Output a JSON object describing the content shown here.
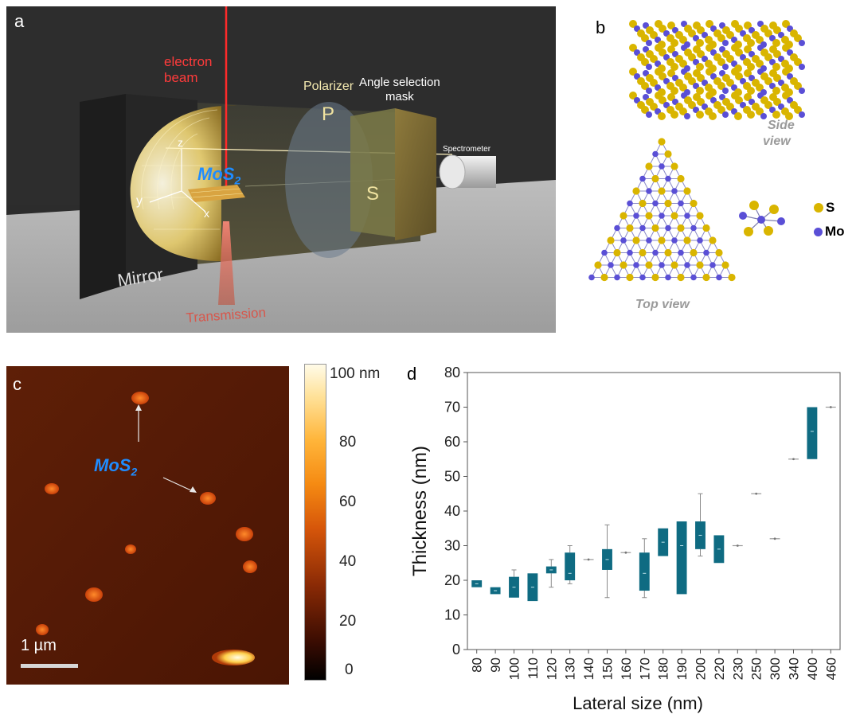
{
  "figure": {
    "panel_a": {
      "label": "a",
      "electron_beam": [
        "electron",
        "beam"
      ],
      "polarizer": "Polarizer",
      "polarizer_p": "P",
      "polarizer_s": "S",
      "angle_mask": [
        "Angle selection",
        "mask"
      ],
      "spectrometer": "Spectrometer",
      "sample_base": "MoS",
      "sample_sub": "2",
      "axis_x": "x",
      "axis_y": "y",
      "axis_z": "z",
      "mirror": "Mirror",
      "transmission": "Transmission",
      "colors": {
        "background": "#2e2e2e",
        "beam": "#ff3333",
        "sample": "#1f7fe0"
      }
    },
    "panel_b": {
      "label": "b",
      "side_view": [
        "Side",
        "view"
      ],
      "top_view": "Top view",
      "legend": [
        {
          "symbol": "S",
          "color": "#d9b500"
        },
        {
          "symbol": "Mo",
          "color": "#5a4fd6"
        }
      ]
    },
    "panel_c": {
      "label": "c",
      "sample_base": "MoS",
      "sample_sub": "2",
      "scalebar": "1 µm",
      "colorbar_ticks": [
        "100 nm",
        "80",
        "60",
        "40",
        "20",
        "0"
      ]
    }
  },
  "chart_data": {
    "type": "box",
    "panel_label": "d",
    "xlabel": "Lateral size (nm)",
    "ylabel": "Thickness (nm)",
    "ylim": [
      0,
      80
    ],
    "yticks": [
      0,
      10,
      20,
      30,
      40,
      50,
      60,
      70,
      80
    ],
    "categories": [
      "80",
      "90",
      "100",
      "110",
      "120",
      "130",
      "140",
      "150",
      "160",
      "170",
      "180",
      "190",
      "200",
      "220",
      "230",
      "250",
      "300",
      "340",
      "400",
      "460"
    ],
    "boxes": [
      {
        "min": 18,
        "q1": 18,
        "median": 19,
        "q3": 20,
        "max": 20
      },
      {
        "min": 16,
        "q1": 16,
        "median": 17,
        "q3": 18,
        "max": 18
      },
      {
        "min": 15,
        "q1": 15,
        "median": 18,
        "q3": 21,
        "max": 23
      },
      {
        "min": 14,
        "q1": 14,
        "median": 18,
        "q3": 22,
        "max": 22
      },
      {
        "min": 18,
        "q1": 22,
        "median": 23,
        "q3": 24,
        "max": 26
      },
      {
        "min": 19,
        "q1": 20,
        "median": 22,
        "q3": 28,
        "max": 30
      },
      {
        "min": 26,
        "q1": 26,
        "median": 26,
        "q3": 26,
        "max": 26
      },
      {
        "min": 15,
        "q1": 23,
        "median": 26,
        "q3": 29,
        "max": 36
      },
      {
        "min": 28,
        "q1": 28,
        "median": 28,
        "q3": 28,
        "max": 28
      },
      {
        "min": 15,
        "q1": 17,
        "median": 22,
        "q3": 28,
        "max": 32
      },
      {
        "min": 27,
        "q1": 27,
        "median": 31,
        "q3": 35,
        "max": 35
      },
      {
        "min": 16,
        "q1": 16,
        "median": 30,
        "q3": 37,
        "max": 37
      },
      {
        "min": 27,
        "q1": 29,
        "median": 33,
        "q3": 37,
        "max": 45
      },
      {
        "min": 25,
        "q1": 25,
        "median": 29,
        "q3": 33,
        "max": 33
      },
      {
        "min": 30,
        "q1": 30,
        "median": 30,
        "q3": 30,
        "max": 30
      },
      {
        "min": 45,
        "q1": 45,
        "median": 45,
        "q3": 45,
        "max": 45
      },
      {
        "min": 32,
        "q1": 32,
        "median": 32,
        "q3": 32,
        "max": 32
      },
      {
        "min": 55,
        "q1": 55,
        "median": 55,
        "q3": 55,
        "max": 55
      },
      {
        "min": 55,
        "q1": 55,
        "median": 63,
        "q3": 70,
        "max": 70
      },
      {
        "min": 70,
        "q1": 70,
        "median": 70,
        "q3": 70,
        "max": 70
      }
    ],
    "box_color": "#0f6b82",
    "grid": false,
    "legend": "none"
  }
}
